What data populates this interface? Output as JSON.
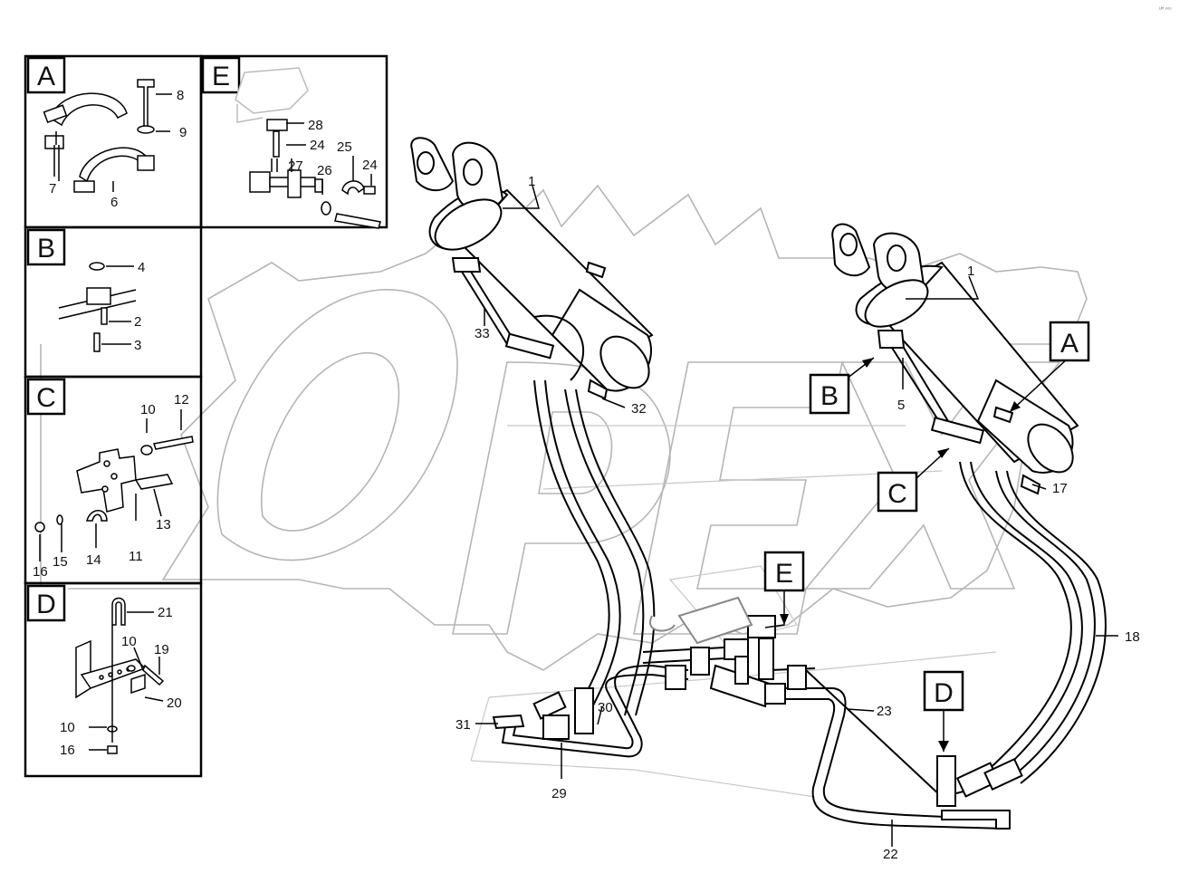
{
  "diagram": {
    "watermark": "OPEX",
    "corner_code": "ᵁᴴ ᵒᵒᵒ",
    "detail_boxes": [
      {
        "letter": "A",
        "parts": [
          "8",
          "9",
          "7",
          "6"
        ]
      },
      {
        "letter": "E",
        "parts": [
          "28",
          "24",
          "25",
          "24",
          "27",
          "26"
        ]
      },
      {
        "letter": "B",
        "parts": [
          "4",
          "2",
          "3"
        ]
      },
      {
        "letter": "C",
        "parts": [
          "10",
          "12",
          "13",
          "11",
          "14",
          "15",
          "16"
        ]
      },
      {
        "letter": "D",
        "parts": [
          "21",
          "10",
          "19",
          "20",
          "10",
          "16"
        ]
      }
    ],
    "main_labels": [
      "1",
      "33",
      "32",
      "1",
      "A",
      "B",
      "5",
      "C",
      "17",
      "E",
      "18",
      "D",
      "23",
      "31",
      "30",
      "29",
      "22"
    ]
  }
}
